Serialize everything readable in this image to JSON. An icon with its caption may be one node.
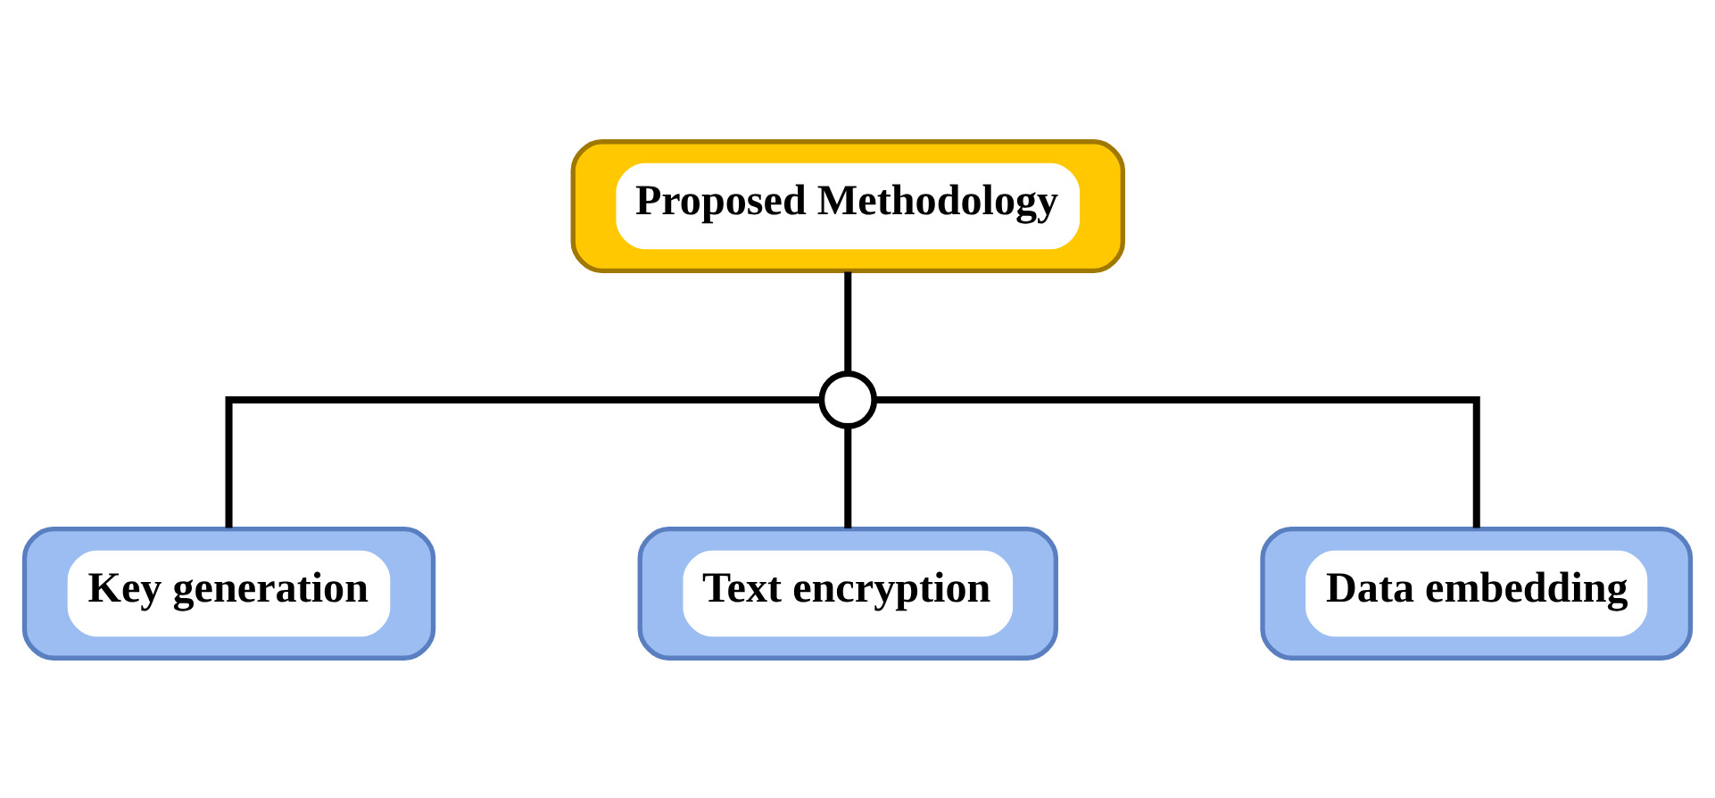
{
  "diagram": {
    "nodes": [
      {
        "text": [
          "Proposed Methodology"
        ]
      },
      {
        "text": [],
        "shape": "circle"
      },
      {
        "text": [
          "Key generation"
        ]
      },
      {
        "text": [
          "Text encryption"
        ]
      },
      {
        "text": [
          "Data embedding"
        ]
      }
    ],
    "edges": [
      {
        "from": 0,
        "to": 1,
        "arrow": "none"
      },
      {
        "from": 1,
        "to": 2,
        "arrow": "none"
      },
      {
        "from": 1,
        "to": 3,
        "arrow": "none"
      },
      {
        "from": 1,
        "to": 4,
        "arrow": "none"
      }
    ]
  }
}
